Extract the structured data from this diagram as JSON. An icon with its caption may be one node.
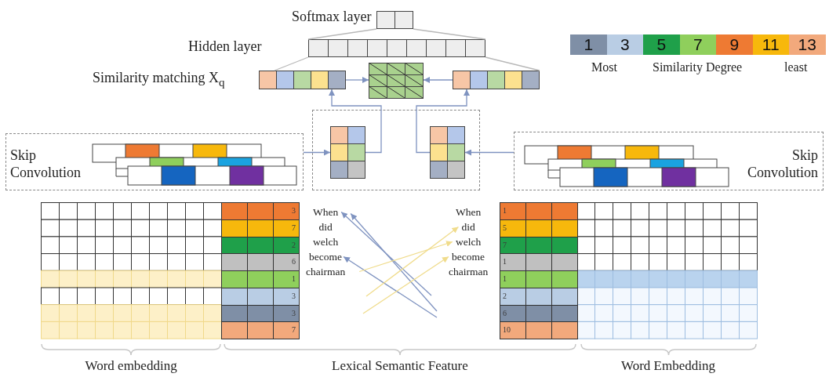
{
  "diagram": {
    "nodes": [
      {
        "text": [
          "Softmax layer"
        ]
      },
      {
        "text": [
          "Hidden layer"
        ]
      },
      {
        "text": [
          "Similarity matching X$_{q}$"
        ]
      },
      {
        "text": [],
        "shape": "box"
      },
      {
        "text": [],
        "shape": "bar"
      },
      {
        "text": [],
        "shape": "box"
      },
      {
        "text": [],
        "shape": "box",
        "in": 5
      },
      {
        "text": [],
        "shape": "box",
        "in": 5
      },
      {
        "text": [
          "Skip Convolution"
        ]
      },
      {
        "text": [
          "Skip Convolution"
        ]
      },
      {
        "text": [
          "When"
        ]
      },
      {
        "text": [
          "did"
        ]
      },
      {
        "text": [
          "welch"
        ]
      },
      {
        "text": [
          "become"
        ]
      },
      {
        "text": [
          "chairman"
        ]
      },
      {
        "text": [
          "When"
        ]
      },
      {
        "text": [
          "did"
        ]
      },
      {
        "text": [
          "welch"
        ]
      },
      {
        "text": [
          "become"
        ]
      },
      {
        "text": [
          "chairman"
        ]
      }
    ],
    "edges": [
      {
        "from": 1,
        "to": 0,
        "arrow": "none",
        "color": "#b8b8b8"
      },
      {
        "from": 2,
        "to": 1,
        "arrow": "none",
        "color": "#b8b8b8"
      },
      {
        "from": 4,
        "to": 1,
        "arrow": "none",
        "color": "#b8b8b8"
      },
      {
        "from": 2,
        "to": 3,
        "arrow": "to"
      },
      {
        "from": 4,
        "to": 3,
        "arrow": "to"
      },
      {
        "from": 6,
        "to": 2,
        "arrow": "to"
      },
      {
        "from": 7,
        "to": 4,
        "arrow": "to"
      },
      {
        "from": 8,
        "to": 6,
        "arrow": "to"
      },
      {
        "from": 9,
        "to": 7,
        "arrow": "to"
      },
      {
        "from": null,
        "to": 10,
        "arrow": "to"
      },
      {
        "from": null,
        "to": 10,
        "arrow": "to"
      },
      {
        "from": null,
        "to": 13,
        "arrow": "to"
      },
      {
        "from": null,
        "to": 16,
        "arrow": "to",
        "color": "#f0dc8c"
      },
      {
        "from": 14,
        "to": 17,
        "arrow": "to",
        "color": "#f0dc8c"
      },
      {
        "from": null,
        "to": 18,
        "arrow": "to",
        "color": "#f0dc8c"
      },
      {
        "from": 1,
        "to": 0,
        "arrow": "none",
        "color": "#b8b8b8"
      }
    ],
    "labels": [
      "Most",
      "Similarity Degree",
      "least",
      "3",
      "7",
      "2",
      "6",
      "1",
      "3",
      "3",
      "7",
      "1",
      "5",
      "7",
      "1",
      "1",
      "2",
      "6",
      "10",
      "Word embedding",
      "Lexical Semantic Feature",
      "Word Embedding"
    ],
    "legend": [
      {
        "text": "1",
        "color": "#7f8fa6"
      },
      {
        "text": "3",
        "color": "#b9cde4"
      },
      {
        "text": "5",
        "color": "#1fa04a"
      },
      {
        "text": "7",
        "color": "#8fcf5c"
      },
      {
        "text": "9",
        "color": "#ee7a33"
      },
      {
        "text": "11",
        "color": "#f7b80c"
      },
      {
        "text": "13",
        "color": "#f2a97c"
      }
    ]
  }
}
